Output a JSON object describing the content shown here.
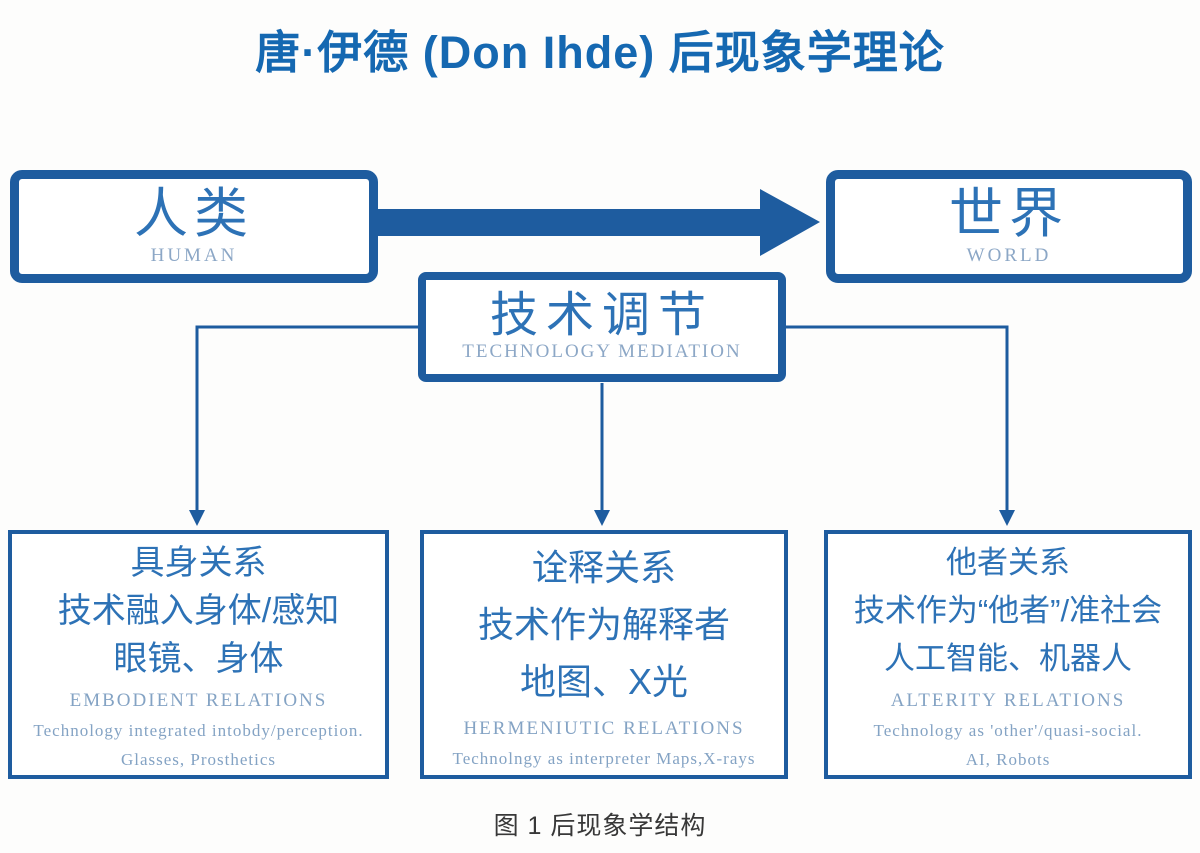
{
  "title": "唐·伊德 (Don Ihde) 后现象学理论",
  "caption": "图 1 后现象学结构",
  "colors": {
    "primary_blue": "#1e5c9f",
    "title_blue": "#1568b1",
    "zh_text_blue": "#2d72b6",
    "en_serif_blue": "#84a3c4",
    "caption_gray": "#383838",
    "background": "#ffffff"
  },
  "nodes": {
    "human": {
      "zh": "人类",
      "en": "HUMAN"
    },
    "world": {
      "zh": "世界",
      "en": "WORLD"
    },
    "mediation": {
      "zh": "技术调节",
      "en": "TECHNOLOGY MEDIATION"
    },
    "embodiment": {
      "zh_lines": [
        "具身关系",
        "技术融入身体/感知",
        "眼镜、身体"
      ],
      "en_title": "EMBODIENT RELATIONS",
      "en_lines": [
        "Technology integrated intobdy/perception.",
        "Glasses, Prosthetics"
      ]
    },
    "hermeneutic": {
      "zh_lines": [
        "诠释关系",
        "技术作为解释者",
        "地图、X光"
      ],
      "en_title": "HERMENIUTIC RELATIONS",
      "en_lines": [
        "Technolngy as interpreter Maps,X-rays"
      ]
    },
    "alterity": {
      "zh_lines": [
        "他者关系",
        "技术作为“他者”/准社会",
        "人工智能、机器人"
      ],
      "en_title": "ALTERITY RELATIONS",
      "en_lines": [
        "Technology as 'other'/quasi-social.",
        "AI, Robots"
      ]
    }
  }
}
